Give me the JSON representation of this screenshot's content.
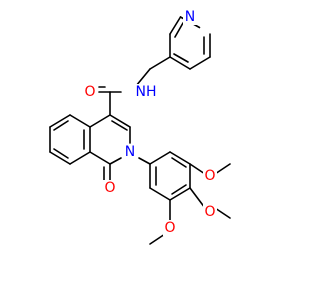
{
  "colors": {
    "background": "#ffffff",
    "bond": "#000000",
    "nitrogen": "#0000ff",
    "oxygen": "#ff0000"
  },
  "atoms": {
    "n_pyridine": {
      "text": "N",
      "element": "N"
    },
    "n_amide": {
      "text": "NH",
      "element": "N"
    },
    "o_amide": {
      "text": "O",
      "element": "O"
    },
    "n_ring": {
      "text": "N",
      "element": "N"
    },
    "o_ketone": {
      "text": "O",
      "element": "O"
    },
    "o_methoxy_top": {
      "text": "O",
      "element": "O"
    },
    "o_methoxy_mid": {
      "text": "O",
      "element": "O"
    },
    "o_methoxy_bottom": {
      "text": "O",
      "element": "O"
    }
  }
}
